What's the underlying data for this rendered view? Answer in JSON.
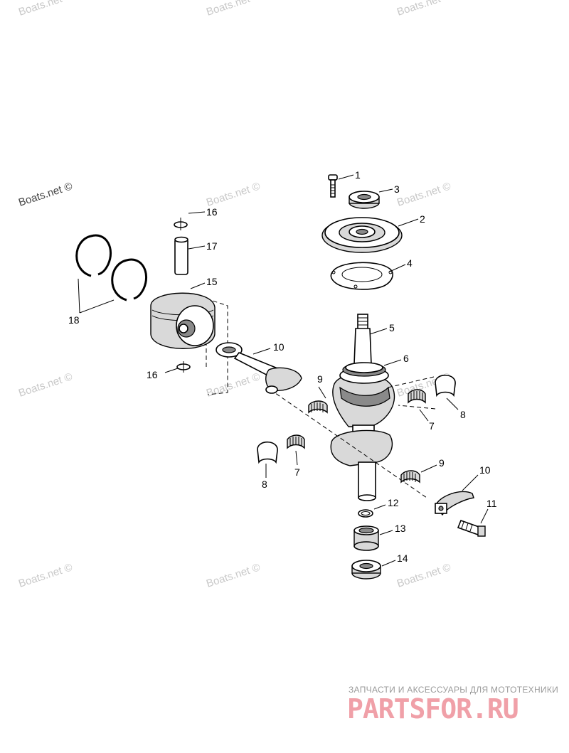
{
  "watermark": "Boats.net ©",
  "callouts": {
    "c1": "1",
    "c2": "2",
    "c3": "3",
    "c4": "4",
    "c5": "5",
    "c6": "6",
    "c7a": "7",
    "c7b": "7",
    "c8a": "8",
    "c8b": "8",
    "c9a": "9",
    "c9b": "9",
    "c10a": "10",
    "c10b": "10",
    "c11": "11",
    "c12": "12",
    "c13": "13",
    "c14": "14",
    "c15": "15",
    "c16a": "16",
    "c16b": "16",
    "c17": "17",
    "c18": "18"
  },
  "footer": {
    "caption": "ЗАПЧАСТИ И АКСЕССУАРЫ ДЛЯ МОТОТЕХНИКИ",
    "logo": "PARTSFOR.RU"
  }
}
